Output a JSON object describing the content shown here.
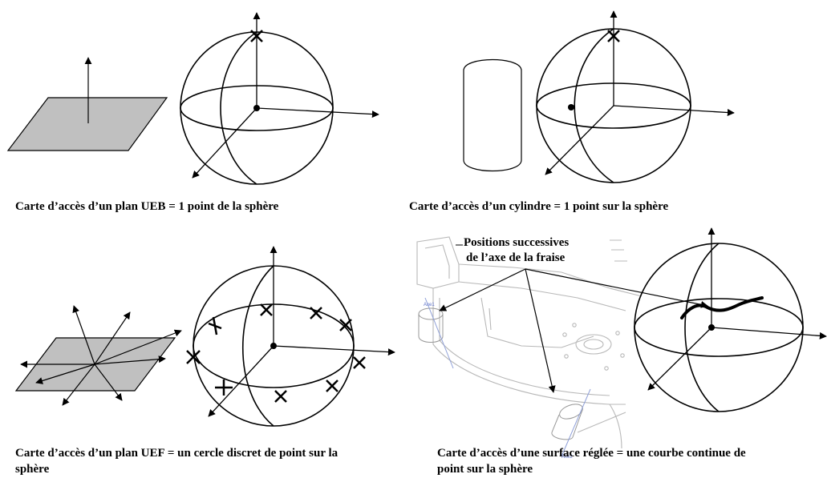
{
  "panels": {
    "plan_ueb": {
      "caption": "Carte d’accès d’un plan UEB = 1 point de la sphère"
    },
    "cylindre": {
      "caption": "Carte d’accès d’un cylindre =  1 point sur la sphère"
    },
    "plan_uef": {
      "caption": "Carte d’accès d’un plan UEF = un cercle discret de point sur la sphère"
    },
    "surface_reglee": {
      "caption": "Carte d’accès d’une surface réglée = une courbe continue de point sur la sphère",
      "annotation_line1": "Positions successives",
      "annotation_line2": "de l’axe de la fraise",
      "axis_label_1": "Axe1",
      "axis_label_2": "Axe2"
    }
  }
}
